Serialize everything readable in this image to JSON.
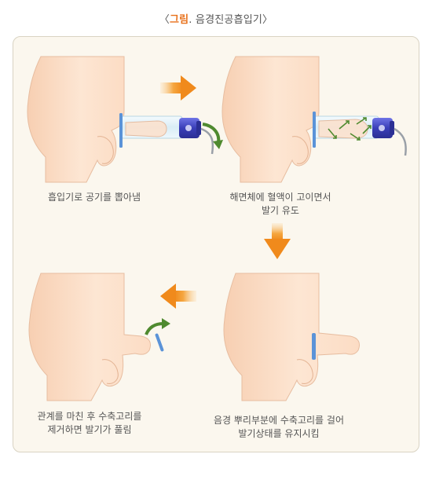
{
  "title": {
    "prefix": "〈",
    "label": "그림",
    "rest": ". 음경진공흡입기〉"
  },
  "steps": [
    {
      "lines": [
        "흡입기로 공기를 뽑아냄"
      ]
    },
    {
      "lines": [
        "해면체에 혈액이 고이면서",
        "발기 유도"
      ]
    },
    {
      "lines": [
        "음경 뿌리부분에 수축고리를 걸어",
        "발기상태를 유지시킴"
      ]
    },
    {
      "lines": [
        "관계를 마친 후 수축고리를",
        "제거하면 발기가 풀림"
      ]
    }
  ],
  "colors": {
    "skin": "#fce3cf",
    "skin_outline": "#e5b89a",
    "tube": "#e4f2f8",
    "pump": "#4a4fc8",
    "ring": "#5b93d8",
    "arrow_orange": "#f39a2a",
    "arrow_green": "#4f8a2f",
    "title_accent": "#e8711c"
  }
}
